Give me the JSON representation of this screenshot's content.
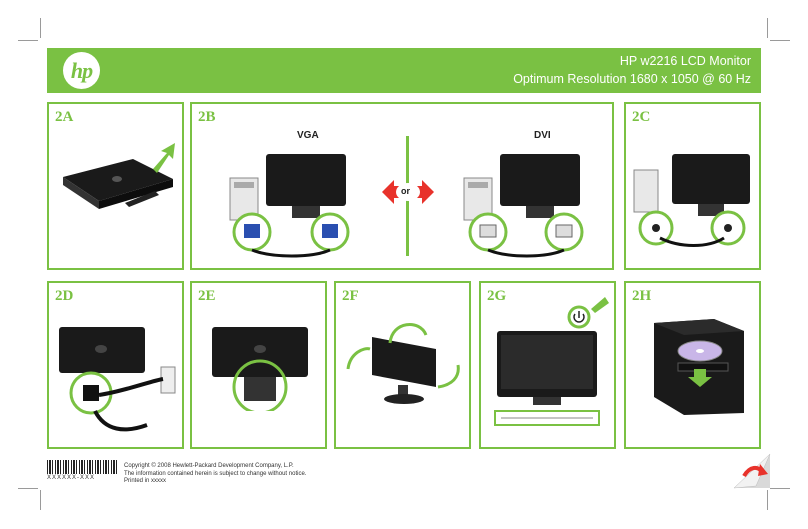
{
  "brand": {
    "logo_text": "hp"
  },
  "header": {
    "title_line1": "HP w2216 LCD Monitor",
    "title_line2": "Optimum Resolution 1680 x 1050 @ 60 Hz"
  },
  "panels": [
    {
      "label": "2A"
    },
    {
      "label": "2B",
      "captions": {
        "left": "VGA",
        "or": "or",
        "right": "DVI"
      }
    },
    {
      "label": "2C"
    },
    {
      "label": "2D"
    },
    {
      "label": "2E"
    },
    {
      "label": "2F"
    },
    {
      "label": "2G"
    },
    {
      "label": "2H"
    }
  ],
  "footer": {
    "line1": "Copyright © 2008 Hewlett-Packard Development Company, L.P.",
    "line2": "The information contained herein is subject to change without notice.",
    "line3": "Printed in xxxxx",
    "barcode_number": "XXXXXX-XXX"
  },
  "colors": {
    "accent": "#7ac143",
    "arrow": "#e8322b"
  }
}
